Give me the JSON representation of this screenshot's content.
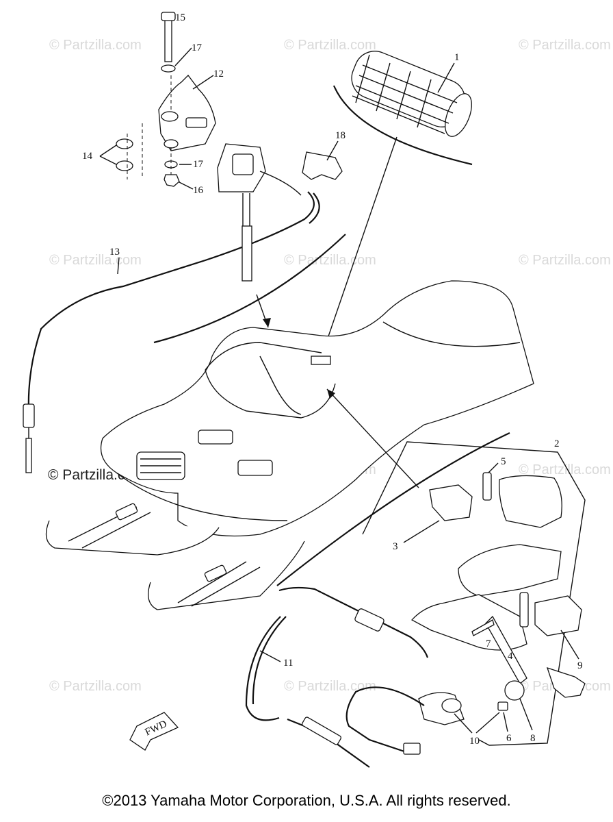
{
  "watermarks": {
    "light": "© Partzilla.com",
    "strong": "© Partzilla.com"
  },
  "callouts": {
    "p1": "1",
    "p2": "2",
    "p3": "3",
    "p4": "4",
    "p5": "5",
    "p6": "6",
    "p7": "7",
    "p8": "8",
    "p9": "9",
    "p10": "10",
    "p11": "11",
    "p12": "12",
    "p13": "13",
    "p14": "14",
    "p15": "15",
    "p16": "16",
    "p17a": "17",
    "p17b": "17",
    "p18": "18"
  },
  "fwd_label": "FWD",
  "copyright": "©2013 Yamaha Motor Corporation, U.S.A. All rights reserved."
}
